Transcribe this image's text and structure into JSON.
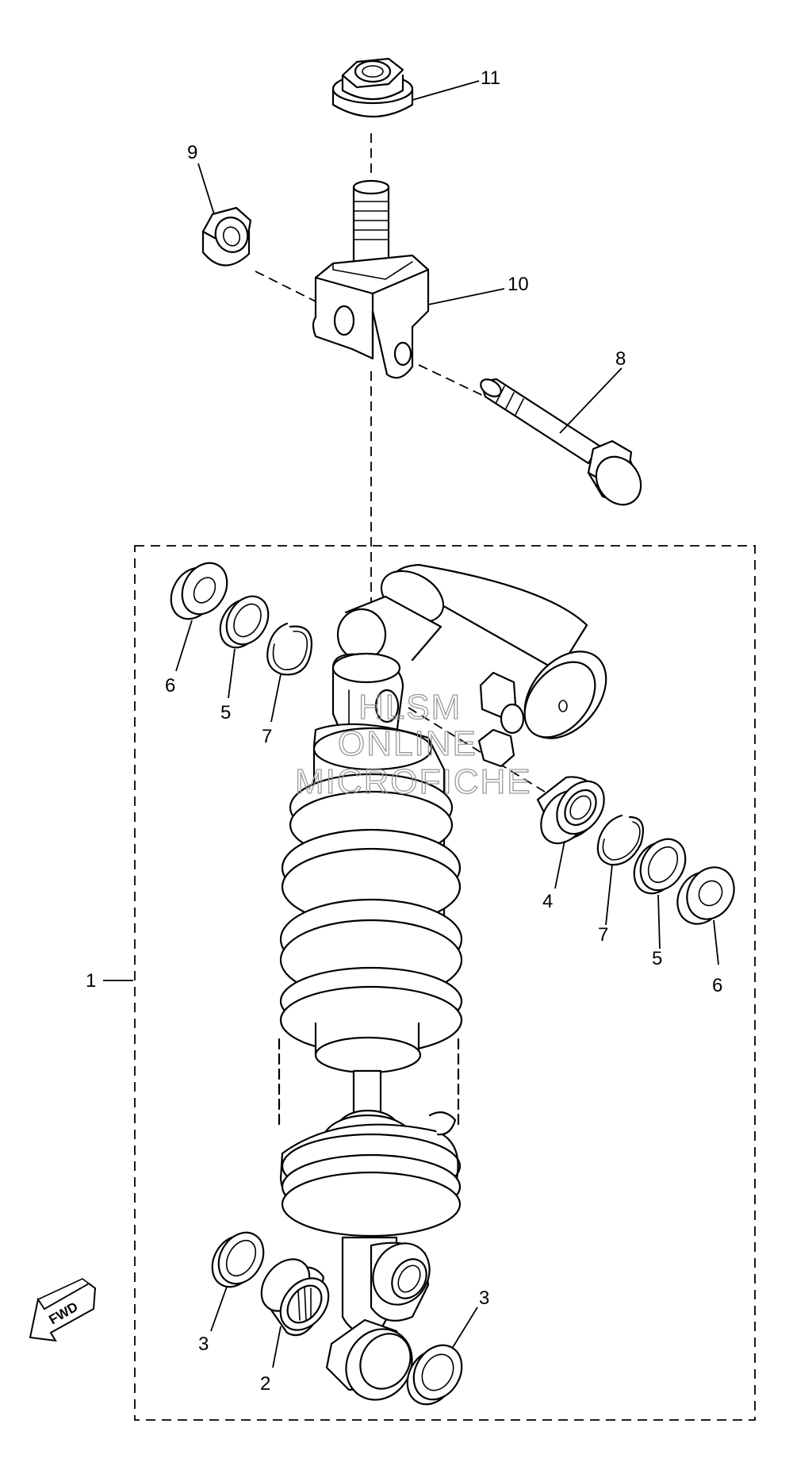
{
  "diagram": {
    "callouts": [
      {
        "id": "callout-11",
        "label": "11"
      },
      {
        "id": "callout-9",
        "label": "9"
      },
      {
        "id": "callout-10",
        "label": "10"
      },
      {
        "id": "callout-8",
        "label": "8"
      },
      {
        "id": "callout-6-left",
        "label": "6"
      },
      {
        "id": "callout-5-left",
        "label": "5"
      },
      {
        "id": "callout-7-left",
        "label": "7"
      },
      {
        "id": "callout-1",
        "label": "1"
      },
      {
        "id": "callout-4",
        "label": "4"
      },
      {
        "id": "callout-7-right",
        "label": "7"
      },
      {
        "id": "callout-5-right",
        "label": "5"
      },
      {
        "id": "callout-6-right",
        "label": "6"
      },
      {
        "id": "callout-3-left",
        "label": "3"
      },
      {
        "id": "callout-2",
        "label": "2"
      },
      {
        "id": "callout-3-right",
        "label": "3"
      }
    ],
    "watermark": {
      "line1": "HLSM",
      "line2": "ONLINE",
      "line3": "MICROFICHE"
    },
    "direction_arrow": {
      "label": "FWD"
    }
  }
}
